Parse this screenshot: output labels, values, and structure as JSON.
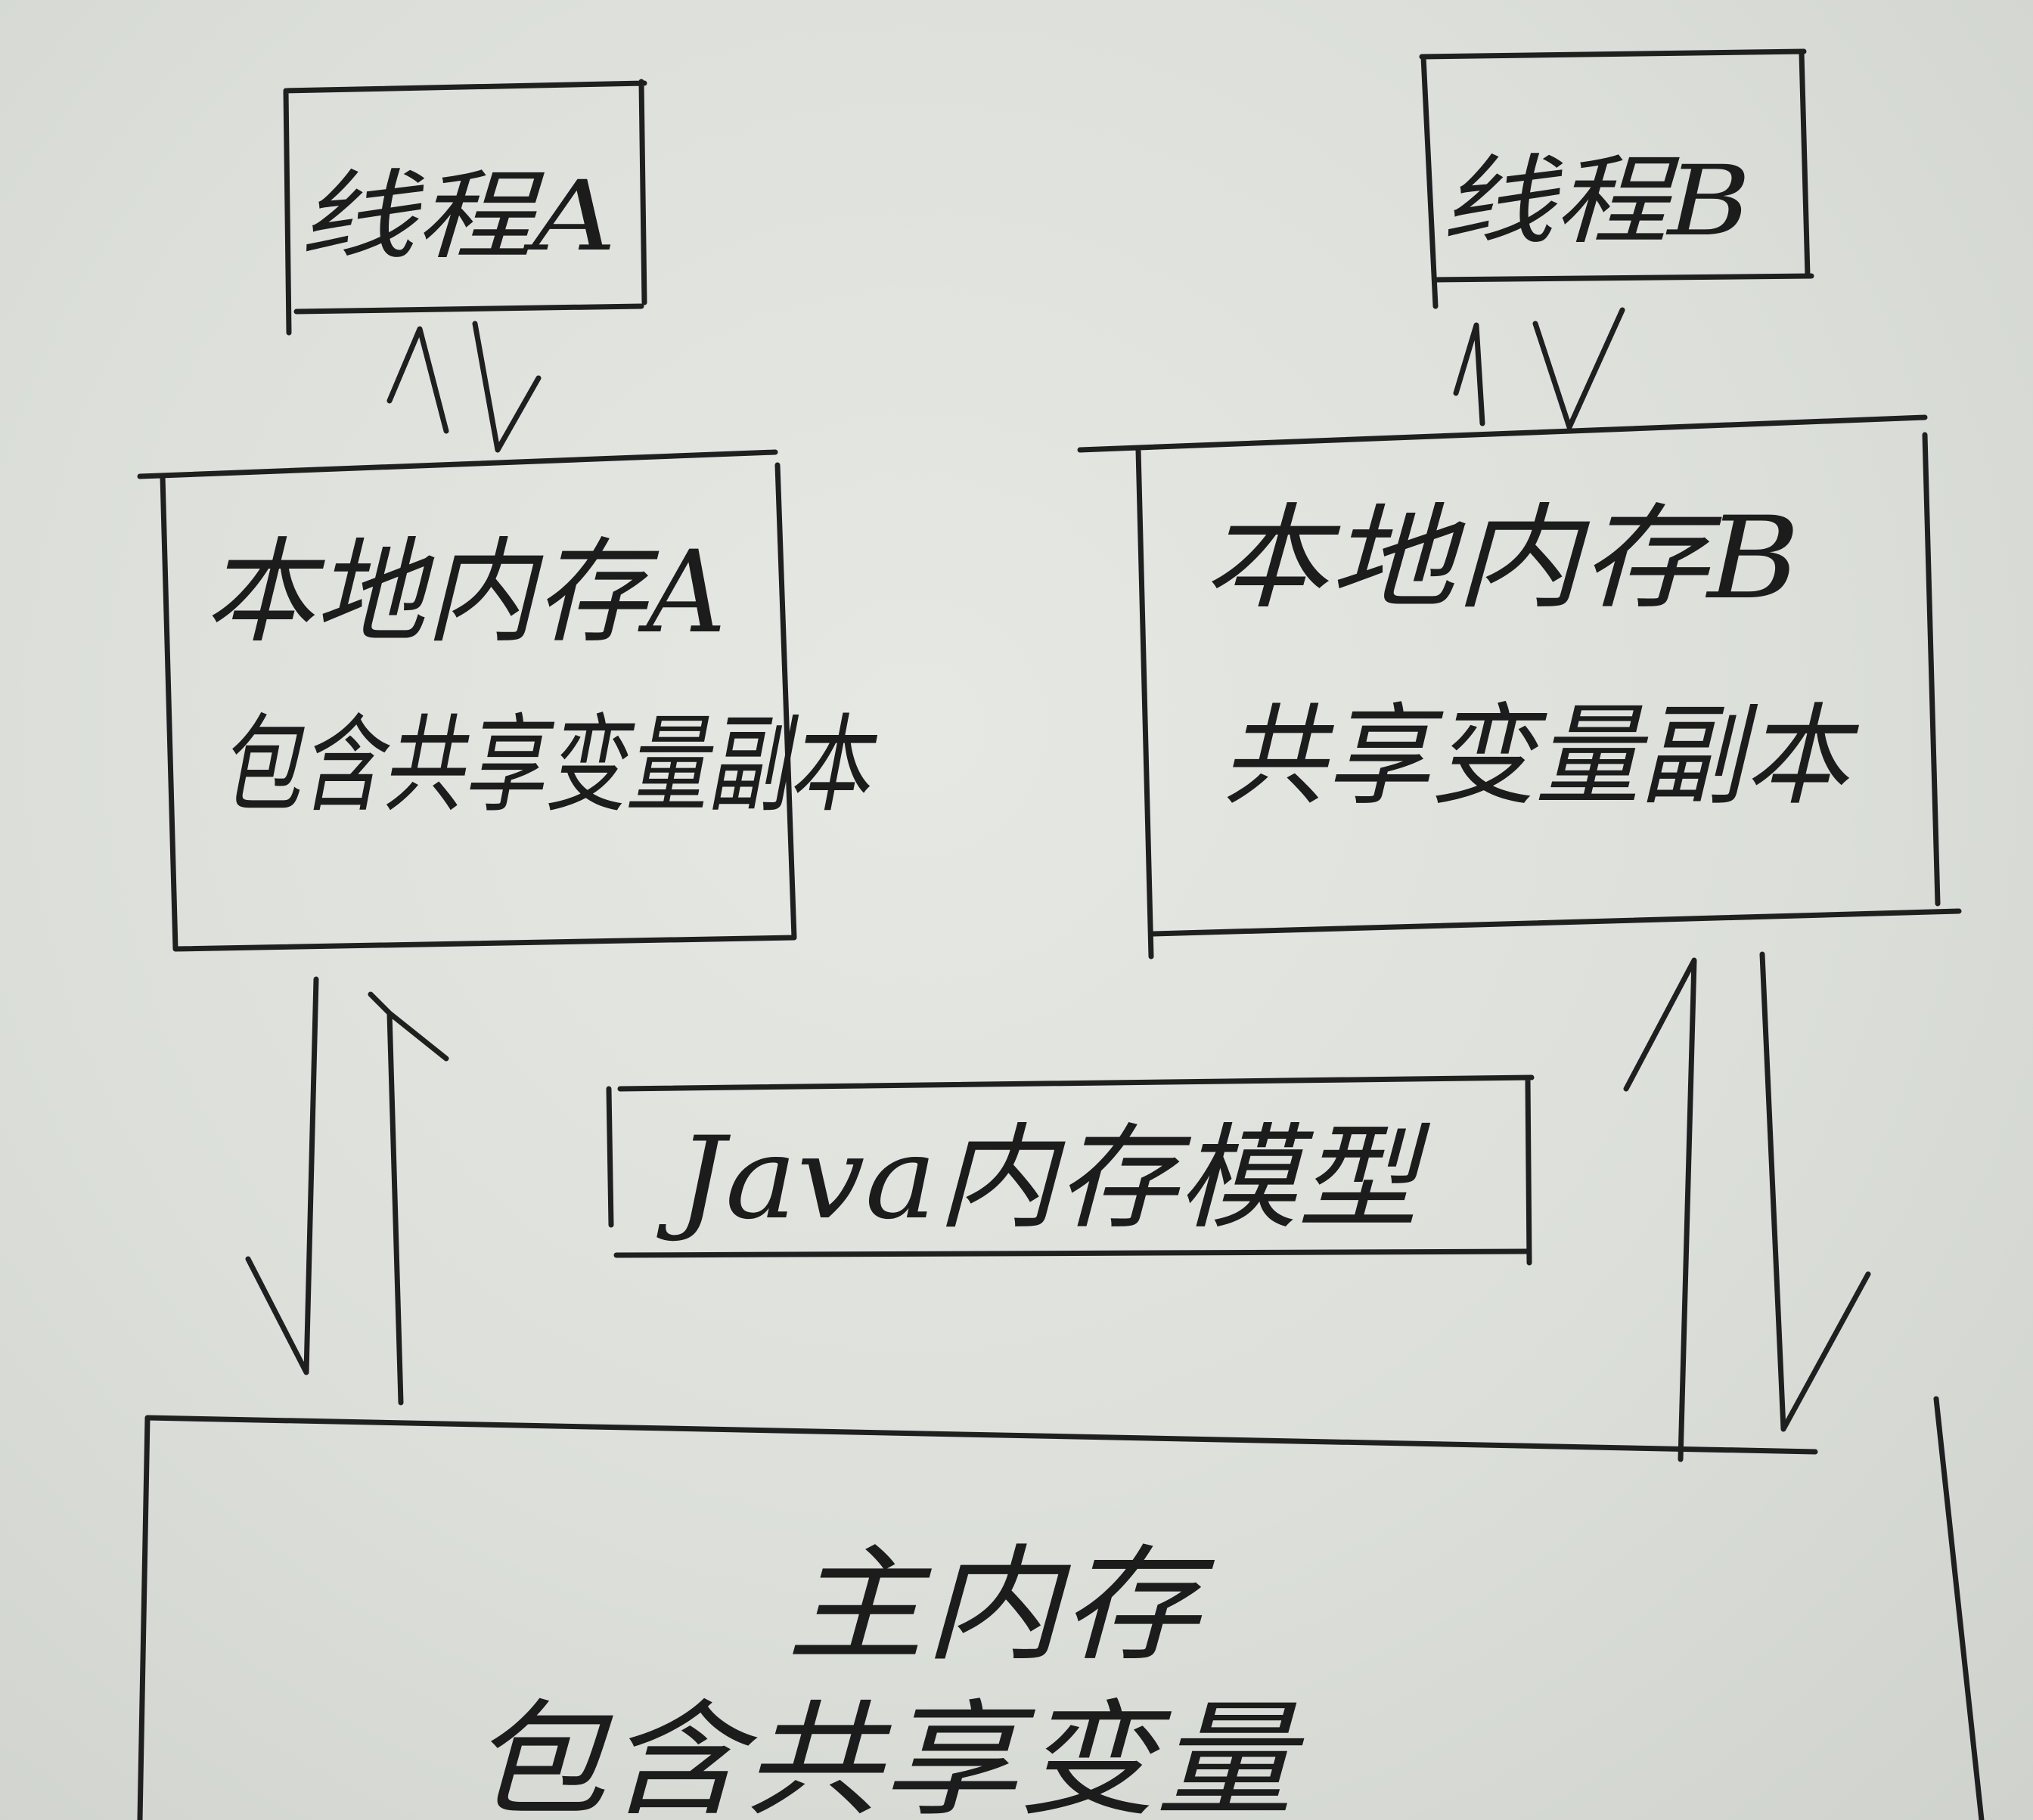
{
  "nodes": {
    "thread_a": {
      "label": "线程A"
    },
    "thread_b": {
      "label": "线程B"
    },
    "local_memory_a": {
      "line1": "本地内存A",
      "line2": "包含共享变量副本"
    },
    "local_memory_b": {
      "line1": "本地内存B",
      "line2": "共享变量副本"
    },
    "jmm_title": {
      "label": "Java内存模型"
    },
    "main_memory": {
      "line1": "主内存",
      "line2": "包含共享变量"
    }
  },
  "colors": {
    "ink": "#1f1f1f",
    "paper": "#dcdfda"
  }
}
